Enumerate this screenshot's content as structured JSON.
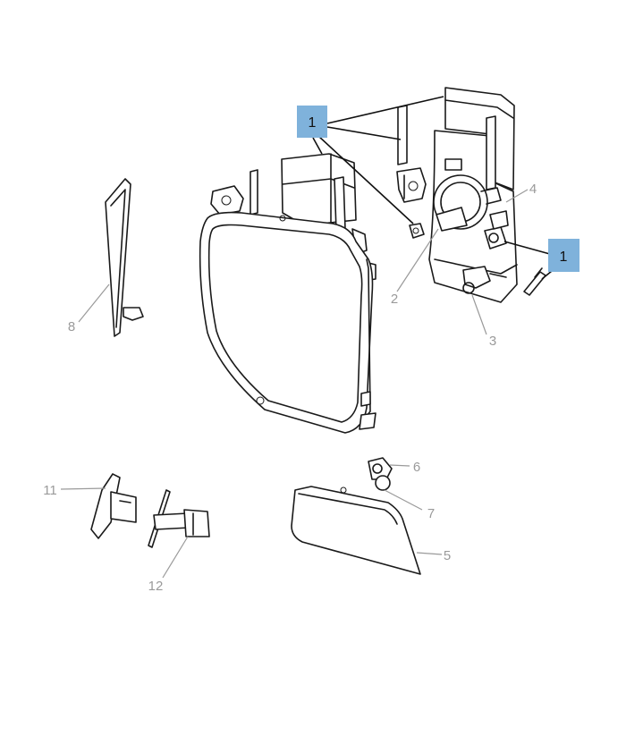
{
  "callouts": {
    "c1a": "1",
    "c1b": "1",
    "c2": "2",
    "c3": "3",
    "c4": "4",
    "c5": "5",
    "c6": "6",
    "c7": "7",
    "c8": "8",
    "c11": "11",
    "c12": "12"
  },
  "colors": {
    "highlight": "#7fb2db",
    "callout_text": "#9a9a9a",
    "line": "#1a1a1a"
  }
}
